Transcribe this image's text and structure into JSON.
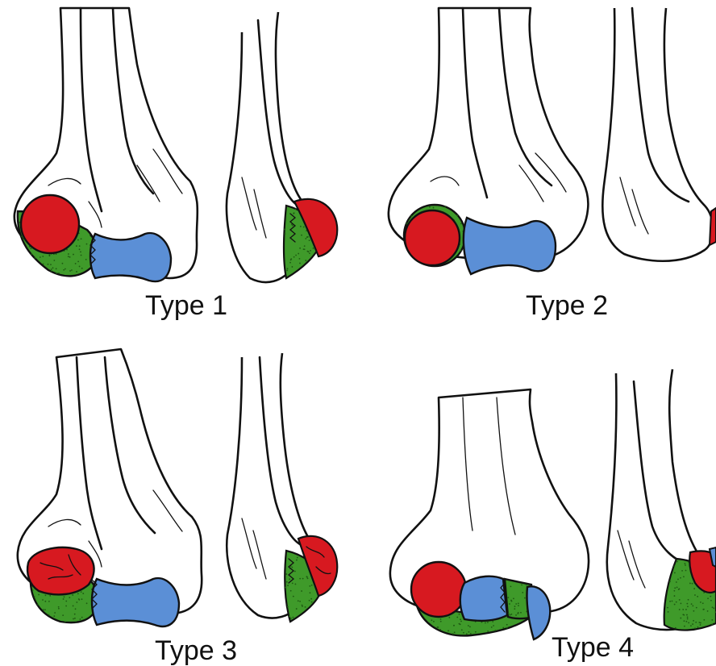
{
  "figure": {
    "panels": [
      {
        "label": "Type 1"
      },
      {
        "label": "Type 2"
      },
      {
        "label": "Type 3"
      },
      {
        "label": "Type 4"
      }
    ]
  },
  "colors": {
    "capitellum_red": "#d71920",
    "trochlea_blue": "#5b8fd6",
    "fracture_green": "#3f9a2a",
    "ink": "#111111",
    "background": "#ffffff"
  }
}
